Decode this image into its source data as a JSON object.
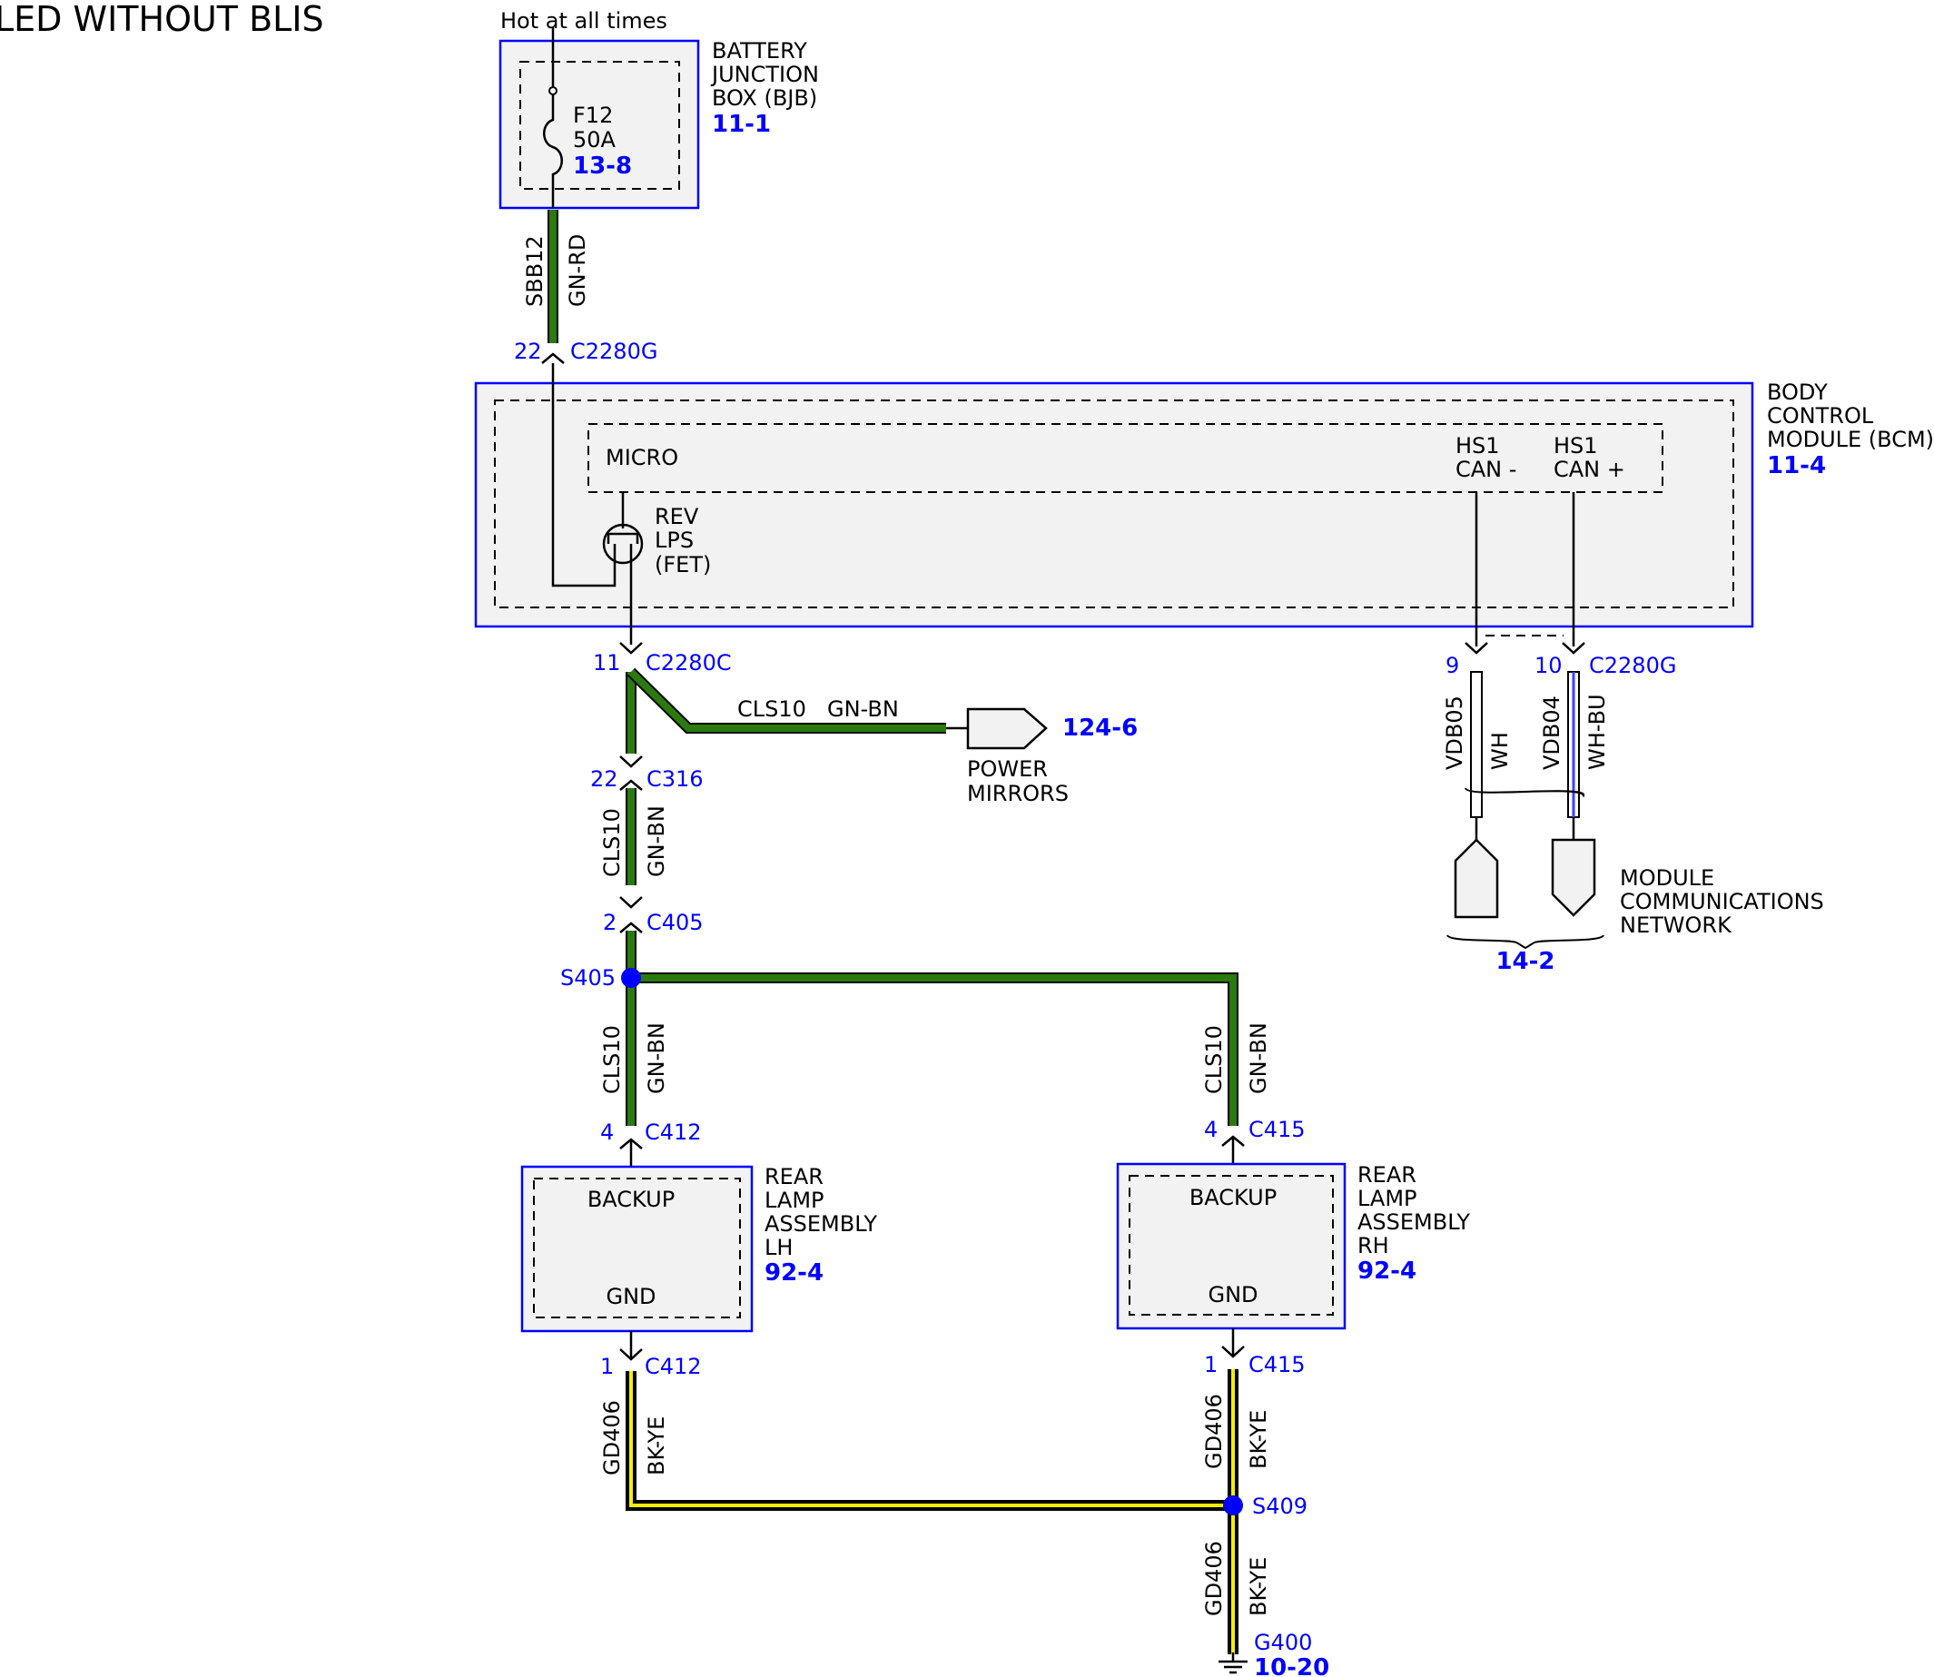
{
  "title": "LED WITHOUT BLIS",
  "power_source": "Hot at all times",
  "colors": {
    "box_border": "#0000ff",
    "box_fill": "#f2f2f2",
    "gn_bn_wire": "#2a7a10",
    "bk_ye_stripe": "#f5f000",
    "splice": "#0000ff",
    "wh_bu_stripe": "#4040ff"
  },
  "bjb": {
    "name_lines": [
      "BATTERY",
      "JUNCTION",
      "BOX (BJB)"
    ],
    "ref": "11-1",
    "fuse_id": "F12",
    "fuse_rating": "50A",
    "fuse_ref": "13-8"
  },
  "wire_sbb12": {
    "circuit": "SBB12",
    "color": "GN-RD"
  },
  "conn_c2280g_22": {
    "pin": "22",
    "name": "C2280G"
  },
  "bcm": {
    "name_lines": [
      "BODY",
      "CONTROL",
      "MODULE (BCM)"
    ],
    "ref": "11-4",
    "micro_label": "MICRO",
    "fet_lines": [
      "REV",
      "LPS",
      "(FET)"
    ],
    "can_minus_lines": [
      "HS1",
      "CAN -"
    ],
    "can_plus_lines": [
      "HS1",
      "CAN +"
    ]
  },
  "conn_c2280c_11": {
    "pin": "11",
    "name": "C2280C"
  },
  "wire_mirror_branch": {
    "circuit": "CLS10",
    "color": "GN-BN"
  },
  "power_mirrors": {
    "name_lines": [
      "POWER",
      "MIRRORS"
    ],
    "ref": "124-6"
  },
  "conn_c316": {
    "pin": "22",
    "name": "C316"
  },
  "wire_c316_c405": {
    "circuit": "CLS10",
    "color": "GN-BN"
  },
  "conn_c405": {
    "pin": "2",
    "name": "C405"
  },
  "splice_s405": "S405",
  "wire_s405_lh": {
    "circuit": "CLS10",
    "color": "GN-BN"
  },
  "wire_s405_rh": {
    "circuit": "CLS10",
    "color": "GN-BN"
  },
  "conn_c412_4": {
    "pin": "4",
    "name": "C412"
  },
  "conn_c415_4": {
    "pin": "4",
    "name": "C415"
  },
  "lamp_lh": {
    "name_lines": [
      "REAR",
      "LAMP",
      "ASSEMBLY",
      "LH"
    ],
    "ref": "92-4",
    "top_label": "BACKUP",
    "bottom_label": "GND"
  },
  "lamp_rh": {
    "name_lines": [
      "REAR",
      "LAMP",
      "ASSEMBLY",
      "RH"
    ],
    "ref": "92-4",
    "top_label": "BACKUP",
    "bottom_label": "GND"
  },
  "conn_c412_1": {
    "pin": "1",
    "name": "C412"
  },
  "conn_c415_1": {
    "pin": "1",
    "name": "C415"
  },
  "wire_gd406_lh": {
    "circuit": "GD406",
    "color": "BK-YE"
  },
  "wire_gd406_rh": {
    "circuit": "GD406",
    "color": "BK-YE"
  },
  "wire_gd406_ground": {
    "circuit": "GD406",
    "color": "BK-YE"
  },
  "splice_s409": "S409",
  "ground_g400": {
    "name": "G400",
    "ref": "10-20"
  },
  "conn_c2280g_9": {
    "pin": "9"
  },
  "conn_c2280g_10": {
    "pin": "10",
    "name": "C2280G"
  },
  "wire_vdb05": {
    "circuit": "VDB05",
    "color": "WH"
  },
  "wire_vdb04": {
    "circuit": "VDB04",
    "color": "WH-BU"
  },
  "network": {
    "name_lines": [
      "MODULE",
      "COMMUNICATIONS",
      "NETWORK"
    ],
    "ref": "14-2"
  }
}
